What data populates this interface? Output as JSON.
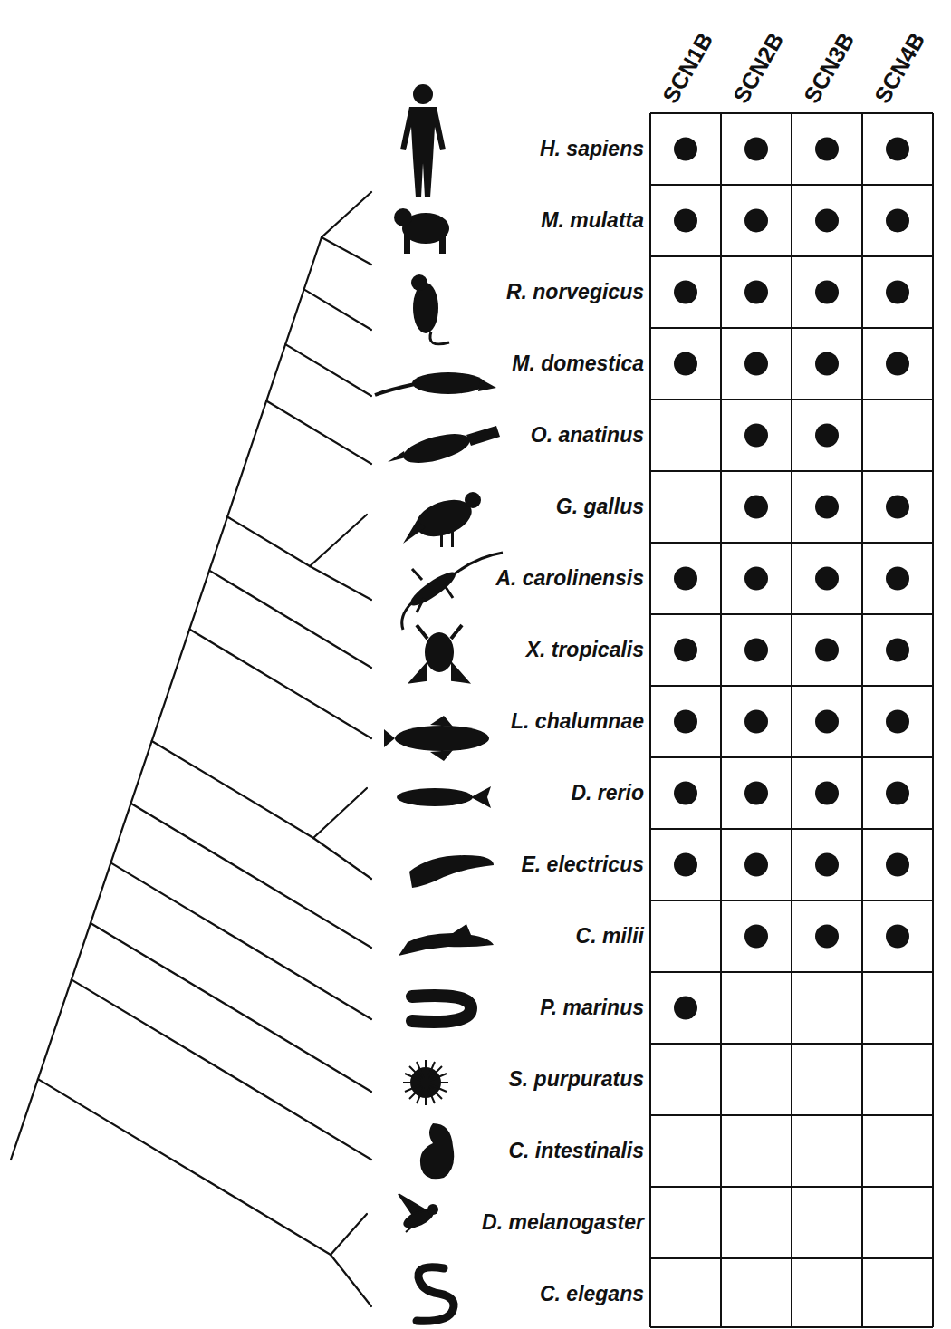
{
  "diagram": {
    "labels": [
      "SCN1B",
      "SCN2B",
      "SCN3B",
      "SCN4B",
      "H. sapiens",
      "M. mulatta",
      "R. norvegicus",
      "M. domestica",
      "O. anatinus",
      "G. gallus",
      "A. carolinensis",
      "X. tropicalis",
      "L. chalumnae",
      "D. rerio",
      "E. electricus",
      "C. milii",
      "P. marinus",
      "S. purpuratus",
      "C. intestinalis",
      "D. melanogaster",
      "C. elegans"
    ]
  }
}
